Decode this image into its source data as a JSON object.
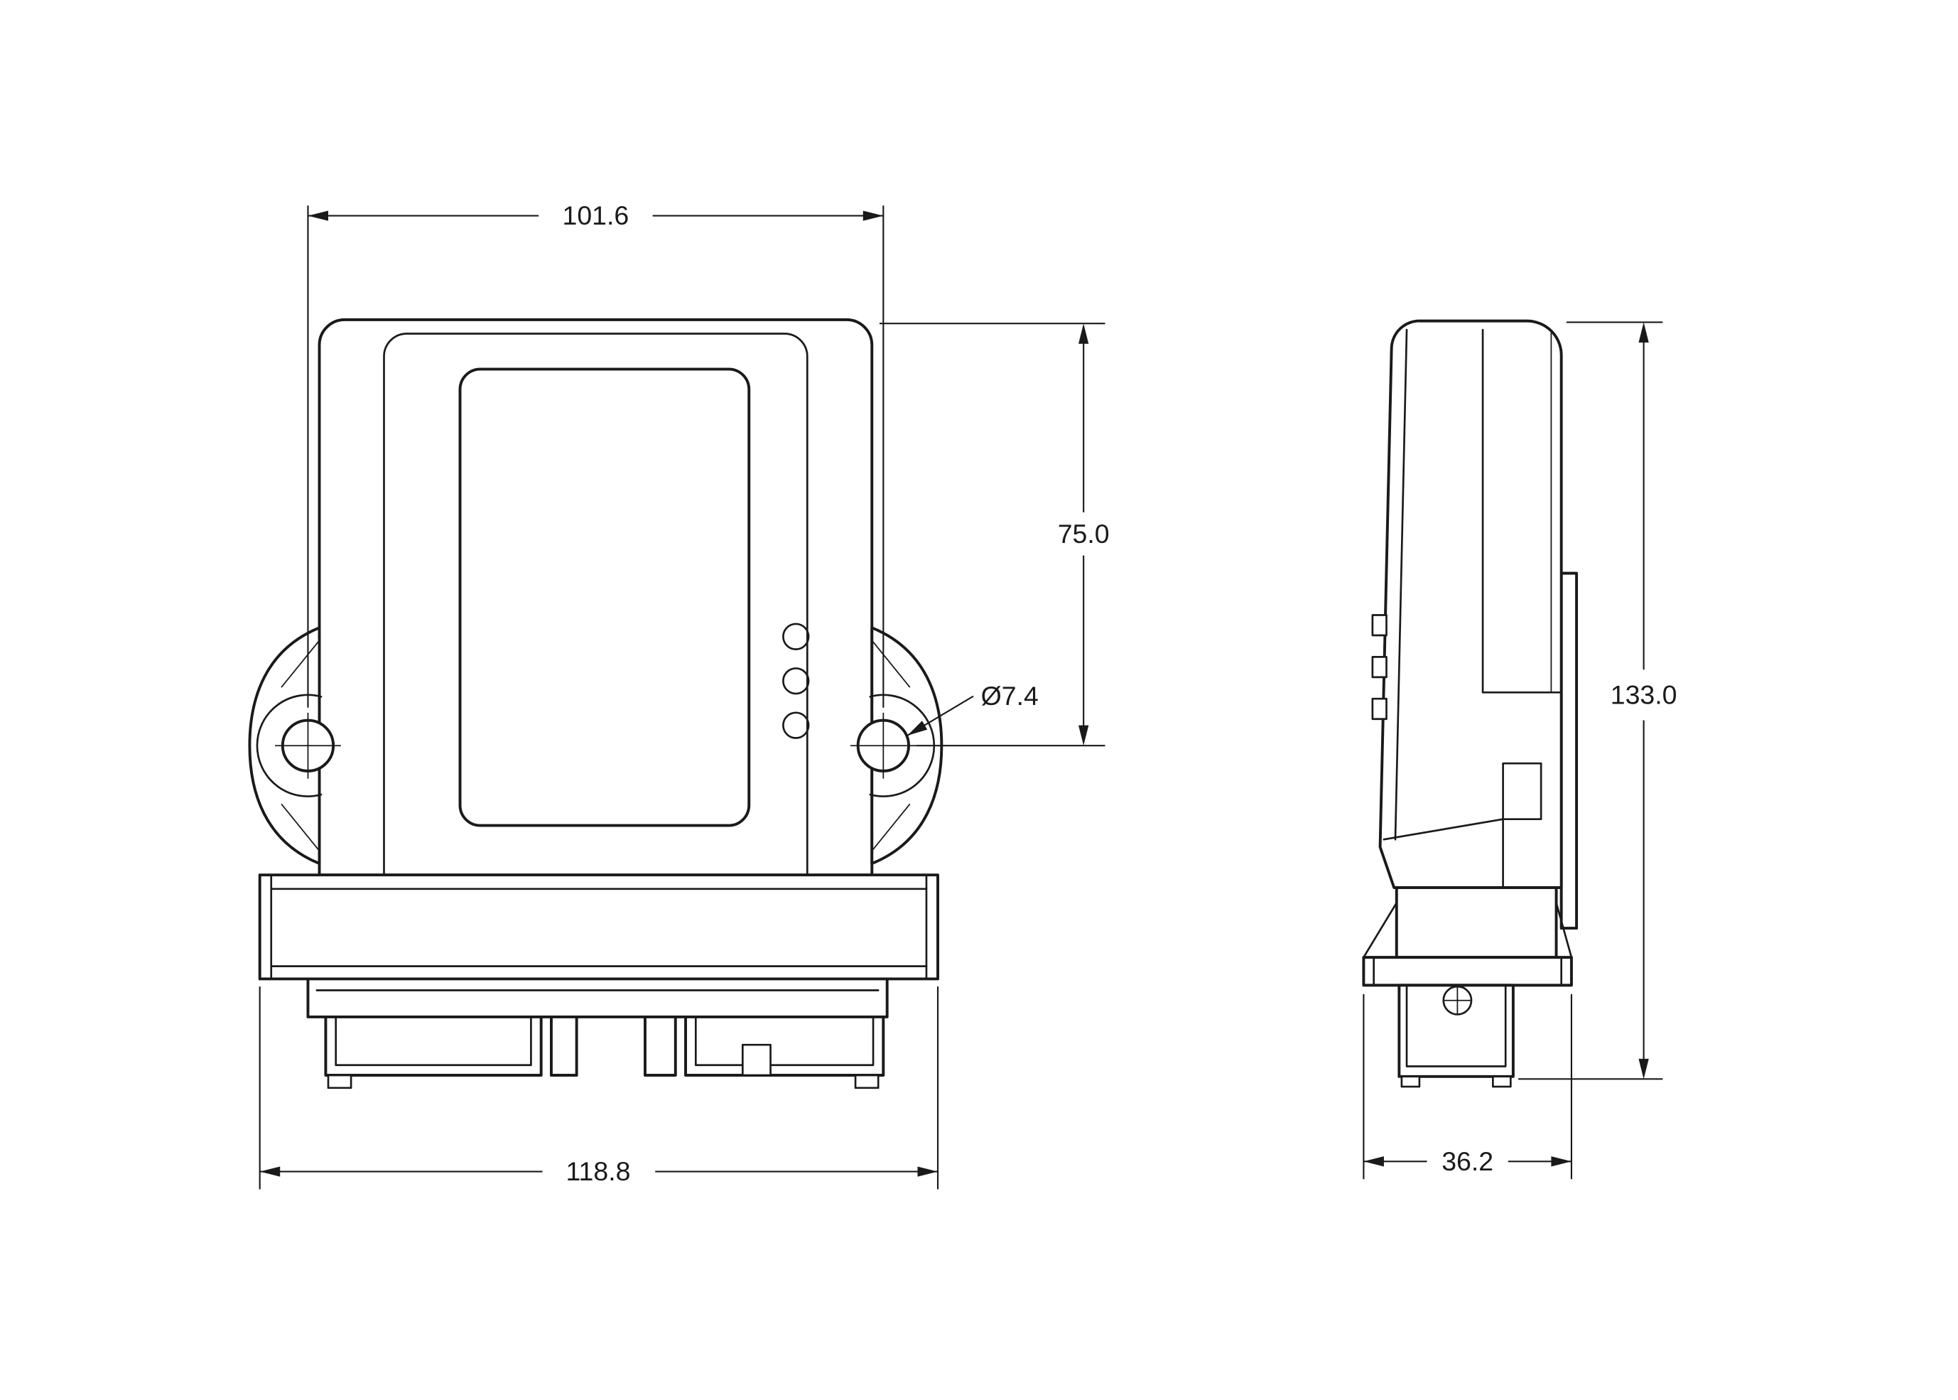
{
  "drawing": {
    "type": "technical-dimension-drawing",
    "colors": {
      "line": "#1a1a1a",
      "background": "#ffffff"
    },
    "dimensions": {
      "hole_spacing": "101.6",
      "top_to_hole_center": "75.0",
      "hole_diameter": "Ø7.4",
      "base_width": "118.8",
      "overall_height": "133.0",
      "depth": "36.2"
    }
  }
}
